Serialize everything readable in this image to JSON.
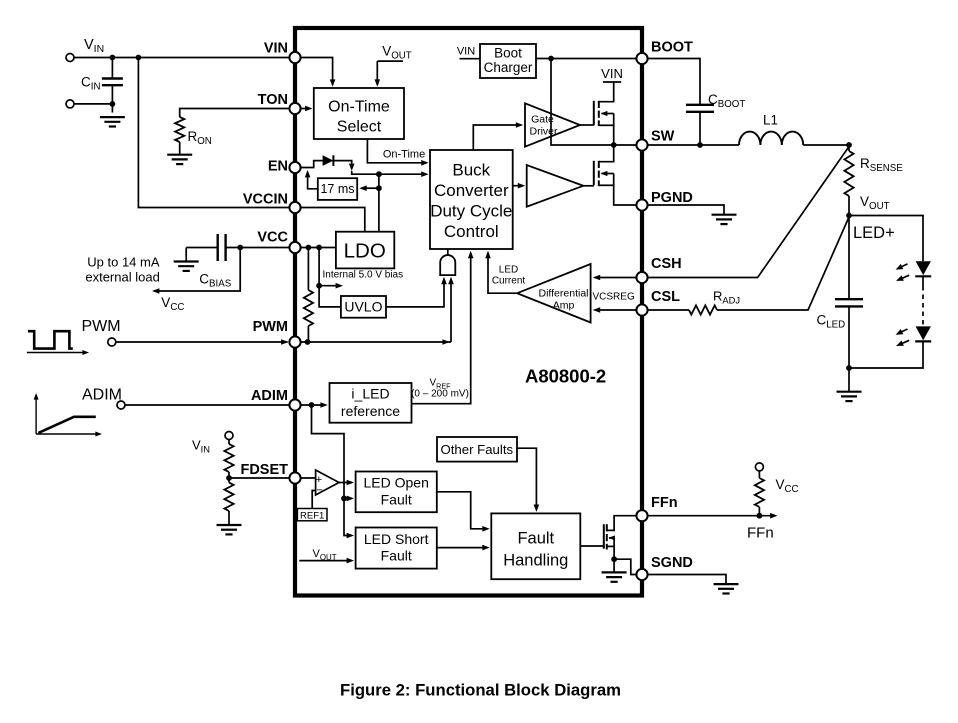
{
  "figure": {
    "caption": "Figure 2: Functional Block Diagram",
    "part_number": "A80800-2"
  },
  "pins": {
    "vin": "VIN",
    "ton": "TON",
    "en": "EN",
    "vccin": "VCCIN",
    "vcc": "VCC",
    "pwm": "PWM",
    "adim": "ADIM",
    "fdset": "FDSET",
    "boot": "BOOT",
    "sw": "SW",
    "pgnd": "PGND",
    "csh": "CSH",
    "csl": "CSL",
    "ffn": "FFn",
    "sgnd": "SGND"
  },
  "blocks": {
    "on_time_select": {
      "lines": [
        "On-Time",
        "Select"
      ]
    },
    "boot_charger": {
      "lines": [
        "Boot",
        "Charger"
      ]
    },
    "buck": {
      "lines": [
        "Buck",
        "Converter",
        "Duty Cycle",
        "Control"
      ]
    },
    "timer": {
      "label": "17 ms"
    },
    "ldo": {
      "label": "LDO"
    },
    "uvlo": {
      "label": "UVLO"
    },
    "iled_ref": {
      "lines": [
        "i_LED",
        "reference"
      ]
    },
    "other_faults": {
      "label": "Other Faults"
    },
    "led_open_fault": {
      "lines": [
        "LED Open",
        "Fault"
      ]
    },
    "led_short_fault": {
      "lines": [
        "LED Short",
        "Fault"
      ]
    },
    "fault_handling": {
      "lines": [
        "Fault",
        "Handling"
      ]
    },
    "ref1": {
      "label": "REF1"
    },
    "gate_driver": {
      "lines": [
        "Gate",
        "Driver"
      ]
    },
    "diff_amp": {
      "lines": [
        "Differential",
        "Amp"
      ]
    }
  },
  "nets": {
    "vin": {
      "main": "V",
      "sub": "IN"
    },
    "vout": {
      "main": "V",
      "sub": "OUT"
    },
    "vcc": {
      "main": "V",
      "sub": "CC"
    },
    "cin": {
      "main": "C",
      "sub": "IN"
    },
    "ron": {
      "main": "R",
      "sub": "ON"
    },
    "cbias": {
      "main": "C",
      "sub": "BIAS"
    },
    "cboot": {
      "main": "C",
      "sub": "BOOT"
    },
    "rsense": {
      "main": "R",
      "sub": "SENSE"
    },
    "cled": {
      "main": "C",
      "sub": "LED"
    },
    "radj": {
      "main": "R",
      "sub": "ADJ"
    },
    "vref": {
      "main": "V",
      "sub": "REF"
    }
  },
  "annotations": {
    "pwm": "PWM",
    "adim": "ADIM",
    "ffn_out": "FFn",
    "led_plus": "LED+",
    "l1": "L1",
    "vin_plain": "VIN",
    "on_time": "On-Time",
    "internal_bias": "Internal 5.0 V bias",
    "vref_range": "(0 – 200 mV)",
    "load_line1": "Up to 14 mA",
    "load_line2": "external load",
    "led_current_lines": [
      "LED",
      "Current"
    ],
    "vcsreg": "VCSREG",
    "comparator_plus": "+",
    "comparator_minus": "−"
  },
  "colors": {
    "ink": "#000000",
    "background": "#ffffff"
  }
}
